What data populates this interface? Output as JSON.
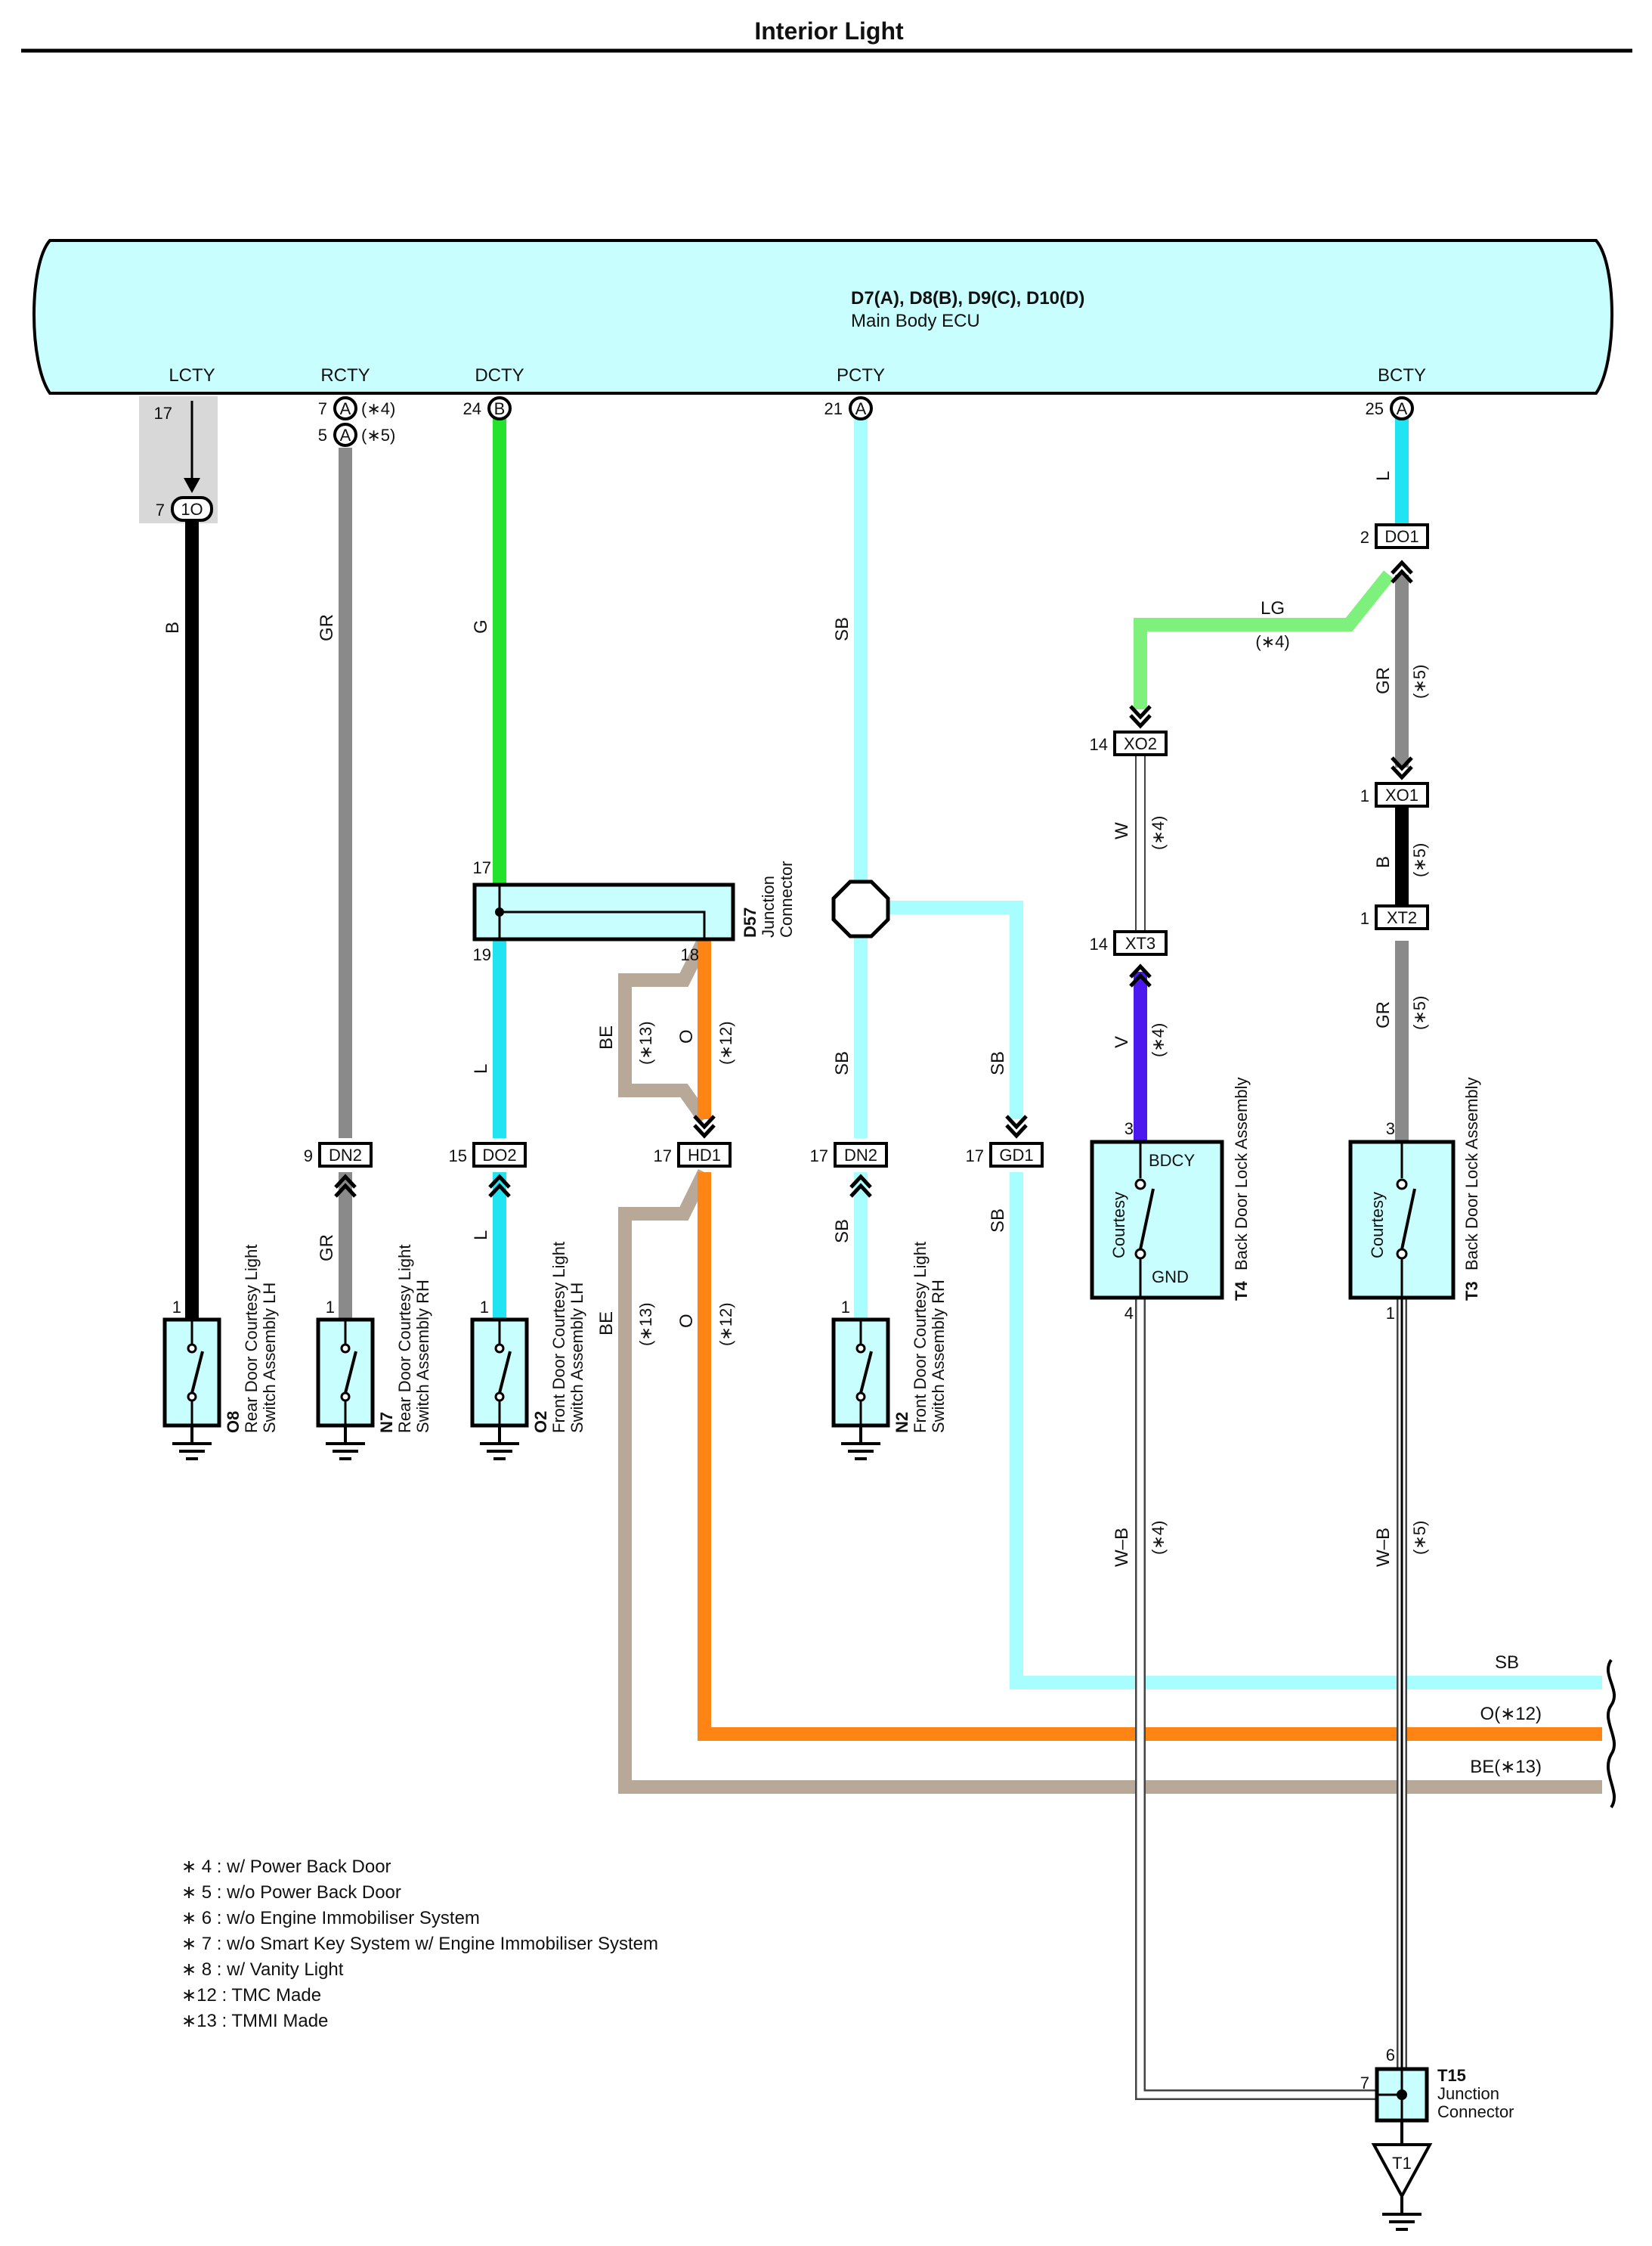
{
  "title": "Interior Light",
  "ecu": {
    "codes": "D7(A), D8(B), D9(C), D10(D)",
    "name": "Main Body ECU"
  },
  "ecu_pins": {
    "lcty": "LCTY",
    "rcty": "RCTY",
    "dcty": "DCTY",
    "pcty": "PCTY",
    "bcty": "BCTY"
  },
  "pin_numbers": {
    "lcty": "17",
    "rcty_a": "7",
    "rcty_b": "5",
    "dcty": "24",
    "pcty": "21",
    "bcty": "25",
    "lcty_conn": "7",
    "d57_in": "17",
    "d57_out1": "19",
    "d57_out2": "18",
    "dn2_left": "9",
    "do2": "15",
    "hd1": "17",
    "dn2_right": "17",
    "gd1": "17",
    "o8": "1",
    "n7": "1",
    "o2": "1",
    "n2": "1",
    "do1": "2",
    "xo2": "14",
    "xo1": "1",
    "xt3": "14",
    "xt2": "1",
    "t4_in": "3",
    "t4_out": "4",
    "t3_in": "3",
    "t3_out": "1",
    "t15_top": "6",
    "t15_left": "7"
  },
  "connector_letters": {
    "rcty_a": "A",
    "rcty_b": "A",
    "dcty": "B",
    "pcty": "A",
    "bcty": "A"
  },
  "variant_notes": {
    "n4": "(∗4)",
    "n5": "(∗5)",
    "n12": "(∗12)",
    "n13": "(∗13)"
  },
  "connector_labels": {
    "lcty_conn": "1O",
    "dn2_left": "DN2",
    "do2": "DO2",
    "hd1": "HD1",
    "dn2_right": "DN2",
    "gd1": "GD1",
    "do1": "DO1",
    "xo2": "XO2",
    "xo1": "XO1",
    "xt3": "XT3",
    "xt2": "XT2",
    "t1": "T1"
  },
  "wire_labels": {
    "b": "B",
    "gr": "GR",
    "g": "G",
    "sb": "SB",
    "l": "L",
    "lg": "LG",
    "w": "W",
    "v": "V",
    "be": "BE",
    "o": "O",
    "wb": "W–B",
    "sb_bus": "SB",
    "o_bus": "O(∗12)",
    "be_bus": "BE(∗13)"
  },
  "components": {
    "o8": {
      "code": "O8",
      "line1": "Rear Door Courtesy Light",
      "line2": "Switch Assembly LH"
    },
    "n7": {
      "code": "N7",
      "line1": "Rear Door Courtesy Light",
      "line2": "Switch Assembly RH"
    },
    "o2": {
      "code": "O2",
      "line1": "Front Door Courtesy Light",
      "line2": "Switch Assembly LH"
    },
    "n2": {
      "code": "N2",
      "line1": "Front Door Courtesy Light",
      "line2": "Switch Assembly RH"
    },
    "d57": {
      "code": "D57",
      "line1": "Junction",
      "line2": "Connector"
    },
    "t4": {
      "code": "T4",
      "line1": "Back Door Lock Assembly",
      "inner_label": "Courtesy",
      "terminal_top": "BDCY",
      "terminal_bottom": "GND"
    },
    "t3": {
      "code": "T3",
      "line1": "Back Door Lock Assembly",
      "inner_label": "Courtesy"
    },
    "t15": {
      "code": "T15",
      "line1": "Junction",
      "line2": "Connector"
    }
  },
  "footnotes": [
    "∗ 4 : w/ Power Back Door",
    "∗ 5 : w/o Power Back Door",
    "∗ 6 : w/o Engine Immobiliser System",
    "∗ 7 : w/o Smart Key System w/ Engine Immobiliser System",
    "∗ 8 : w/ Vanity Light",
    "∗12 : TMC Made",
    "∗13 : TMMI Made"
  ],
  "colors": {
    "ecu_fill": "#c8fffe",
    "black": "#000000",
    "gray": "#8a8a8a",
    "green": "#25e32c",
    "light_blue": "#a8fefe",
    "blue": "#20e4f2",
    "light_green": "#7ef07c",
    "violet": "#4b19ee",
    "beige": "#b8a898",
    "orange": "#ff8413",
    "shade": "#d8d8d8"
  }
}
